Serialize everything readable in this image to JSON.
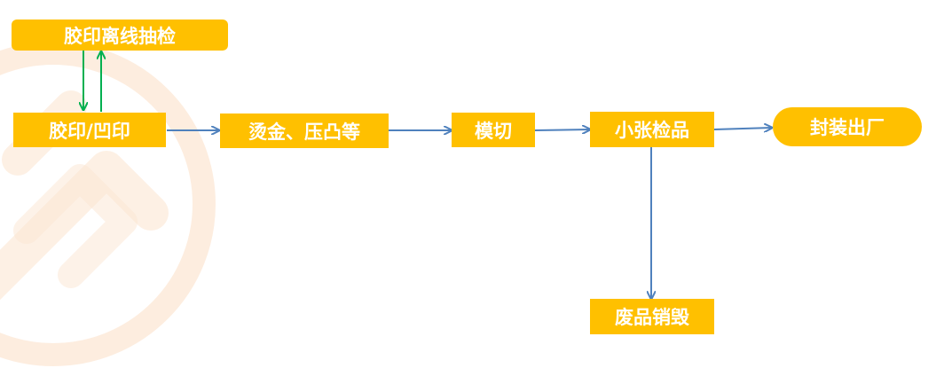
{
  "steps": {
    "offline_check": "胶印离线抽检",
    "print": "胶印/凹印",
    "hot_stamp": "烫金、压凸等",
    "die_cut": "模切",
    "inspect": "小张检品",
    "ship": "封装出厂",
    "scrap": "废品销毁"
  },
  "colors": {
    "box": "#FFC000",
    "text": "#FFFFFF",
    "flow_arrow": "#4F81BD",
    "loop_arrow": "#00B050",
    "watermark": "#FCE4CC"
  }
}
